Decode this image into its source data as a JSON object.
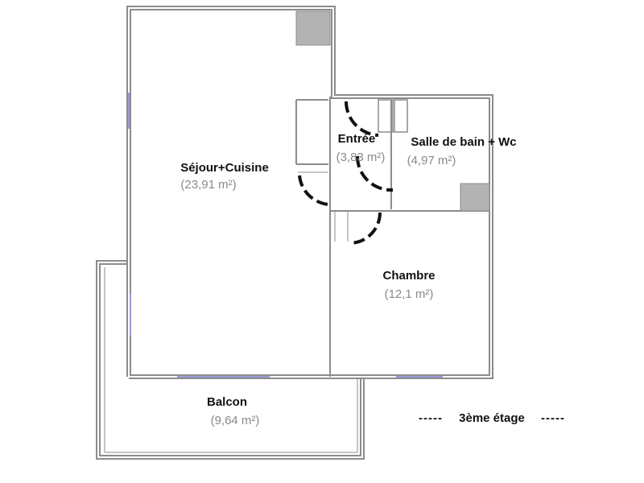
{
  "rooms": {
    "sejour": {
      "name": "Séjour+Cuisine",
      "area": "(23,91 m²)"
    },
    "entree": {
      "name": "Entrée",
      "area": "(3,83 m²)"
    },
    "sdb": {
      "name": "Salle de bain + Wc",
      "area": "(4,97 m²)"
    },
    "chambre": {
      "name": "Chambre",
      "area": "(12,1 m²)"
    },
    "balcon": {
      "name": "Balcon",
      "area": "(9,64 m²)"
    }
  },
  "floor": {
    "label": "3ème étage",
    "dash_left": "-----",
    "dash_right": "-----"
  },
  "colors": {
    "wall": "#8c8c8c",
    "wall_fill": "#ffffff",
    "duct": "#b3b3b3",
    "door": "#111111",
    "window": "#9a9ad8"
  }
}
